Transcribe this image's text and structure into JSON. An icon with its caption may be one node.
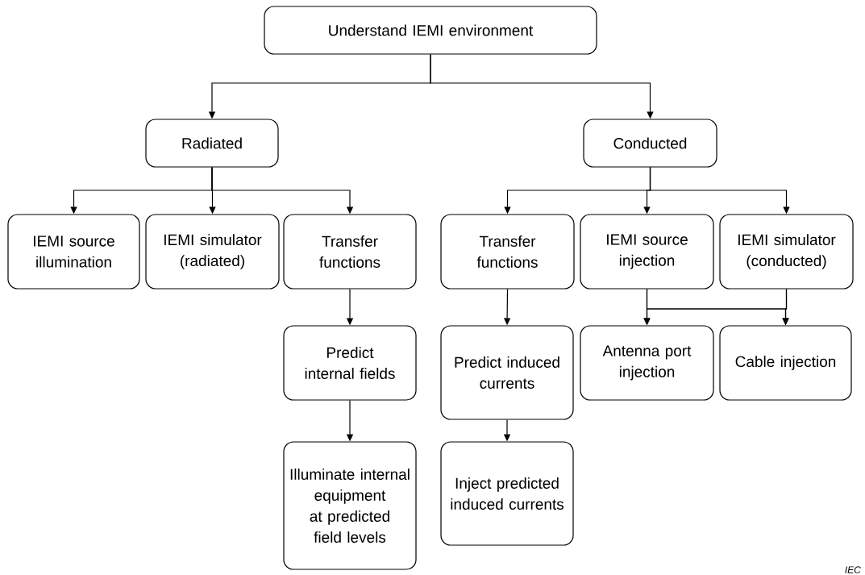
{
  "diagram": {
    "nodes": [
      {
        "text": [
          "Understand IEMI environment"
        ]
      },
      {
        "text": [
          "Radiated"
        ]
      },
      {
        "text": [
          "Conducted"
        ]
      },
      {
        "text": [
          "IEMI source illumination"
        ]
      },
      {
        "text": [
          "IEMI simulator (radiated)"
        ]
      },
      {
        "text": [
          "Transfer functions"
        ]
      },
      {
        "text": [
          "Transfer functions"
        ]
      },
      {
        "text": [
          "IEMI source injection"
        ]
      },
      {
        "text": [
          "IEMI simulator (conducted)"
        ]
      },
      {
        "text": [
          "Predict internal fields"
        ]
      },
      {
        "text": [
          "Predict induced currents"
        ]
      },
      {
        "text": [
          "Antenna port injection"
        ]
      },
      {
        "text": [
          "Cable injection"
        ]
      },
      {
        "text": [
          "Illuminate internal equipment at predicted field levels"
        ]
      },
      {
        "text": [
          "Inject predicted induced currents"
        ]
      }
    ],
    "edges": [
      {
        "from": 0,
        "to": 1,
        "arrow": "to"
      },
      {
        "from": 0,
        "to": 2,
        "arrow": "to"
      },
      {
        "from": 1,
        "to": 3,
        "arrow": "to"
      },
      {
        "from": 1,
        "to": 4,
        "arrow": "to"
      },
      {
        "from": 1,
        "to": 5,
        "arrow": "to"
      },
      {
        "from": 2,
        "to": 6,
        "arrow": "to"
      },
      {
        "from": 2,
        "to": 7,
        "arrow": "to"
      },
      {
        "from": 2,
        "to": 8,
        "arrow": "to"
      },
      {
        "from": 5,
        "to": 9,
        "arrow": "to"
      },
      {
        "from": 9,
        "to": 13,
        "arrow": "to"
      },
      {
        "from": 6,
        "to": 10,
        "arrow": "to"
      },
      {
        "from": 10,
        "to": 14,
        "arrow": "to"
      },
      {
        "from": 7,
        "to": 11,
        "arrow": "to"
      },
      {
        "from": 7,
        "to": 12,
        "arrow": "to"
      },
      {
        "from": 8,
        "to": 11,
        "arrow": "to"
      },
      {
        "from": 8,
        "to": 12,
        "arrow": "to"
      }
    ],
    "labels": [
      "IEC"
    ]
  }
}
